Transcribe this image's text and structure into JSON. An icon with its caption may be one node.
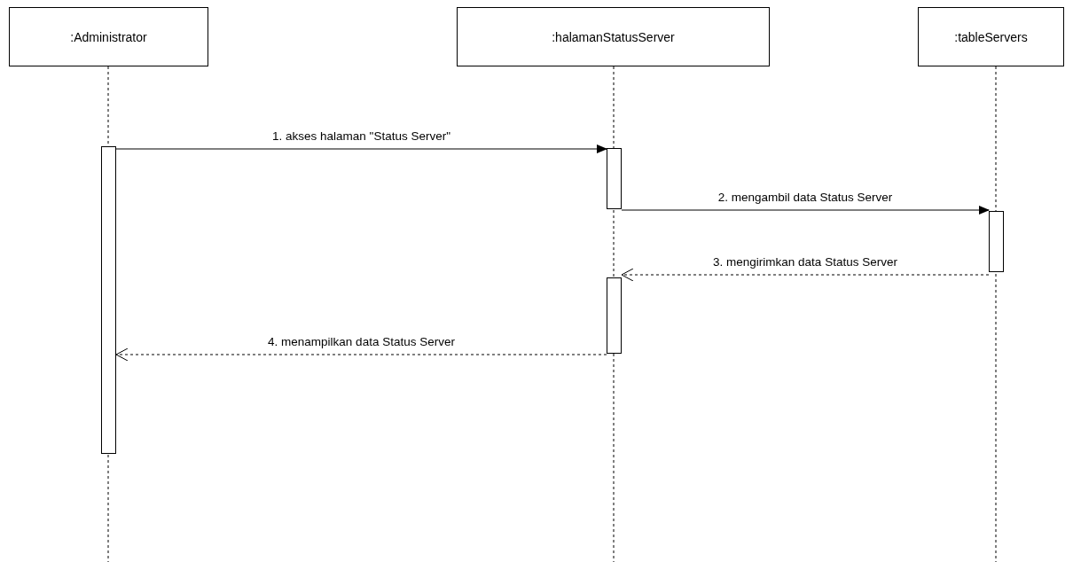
{
  "diagram": {
    "nodes": [
      {
        "text": [
          ":Administrator"
        ]
      },
      {
        "text": [
          ":halamanStatusServer"
        ]
      },
      {
        "text": [
          ":tableServers"
        ]
      },
      {
        "text": [],
        "shape": "bar"
      },
      {
        "text": [],
        "shape": "bar"
      },
      {
        "text": [],
        "shape": "bar"
      },
      {
        "text": [],
        "shape": "bar"
      }
    ],
    "edges": [
      {
        "from": 3,
        "to": 4,
        "arrow": "to",
        "label": "1. akses halaman \"Status Server\""
      },
      {
        "from": 4,
        "to": 6,
        "arrow": "to",
        "label": "2. mengambil data Status Server"
      },
      {
        "from": 6,
        "to": 5,
        "arrow": "to",
        "label": "3. mengirimkan data Status Server",
        "style": "dashed"
      },
      {
        "from": 5,
        "to": 3,
        "arrow": "to",
        "label": "4. menampilkan data Status Server",
        "style": "dashed"
      }
    ]
  }
}
